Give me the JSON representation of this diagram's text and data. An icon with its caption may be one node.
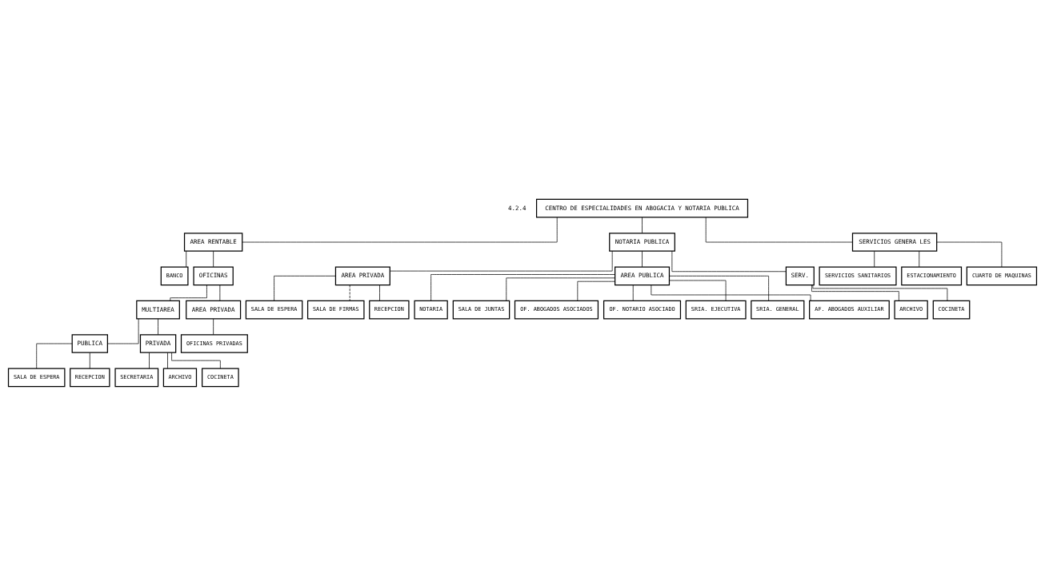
{
  "diagram": {
    "nodes": [
      {
        "text": [
          "CENTRO DE ESPECIALIDADES EN ABOGACIA Y NOTARIA PUBLICA"
        ]
      },
      {
        "text": [
          "AREA RENTABLE"
        ]
      },
      {
        "text": [
          "NOTARIA PUBLICA"
        ]
      },
      {
        "text": [
          "SERVICIOS GENERA LES"
        ]
      },
      {
        "text": [
          "BANCO"
        ]
      },
      {
        "text": [
          "OFICINAS"
        ]
      },
      {
        "text": [
          "MULTIAREA"
        ]
      },
      {
        "text": [
          "AREA PRIVADA"
        ]
      },
      {
        "text": [
          "PUBLICA"
        ]
      },
      {
        "text": [
          "PRIVADA"
        ]
      },
      {
        "text": [
          "SALA DE ESPERA"
        ]
      },
      {
        "text": [
          "RECEPCION"
        ]
      },
      {
        "text": [
          "SECRETARIA"
        ]
      },
      {
        "text": [
          "ARCHIVO"
        ]
      },
      {
        "text": [
          "COCINETA"
        ]
      },
      {
        "text": [
          "OFICINAS PRIVADAS"
        ]
      },
      {
        "text": [
          "AREA PRIVADA"
        ]
      },
      {
        "text": [
          "AREA PUBLICA"
        ]
      },
      {
        "text": [
          "SERV."
        ]
      },
      {
        "text": [
          "ARCHIVO"
        ]
      },
      {
        "text": [
          "COCINETA"
        ]
      },
      {
        "text": [
          "SALA DE ESPERA"
        ]
      },
      {
        "text": [
          "SALA DE FIRMAS"
        ]
      },
      {
        "text": [
          "RECEPCION"
        ]
      },
      {
        "text": [
          "NOTARIA"
        ]
      },
      {
        "text": [
          "SALA DE JUNTAS"
        ]
      },
      {
        "text": [
          "OF. ABOGADOS ASOCIADOS"
        ]
      },
      {
        "text": [
          "OF. NOTARIO ASOCIADO"
        ]
      },
      {
        "text": [
          "SRIA. EJECUTIVA"
        ]
      },
      {
        "text": [
          "SRIA. GENERAL"
        ]
      },
      {
        "text": [
          "AF. ABOGADOS AUXILIAR"
        ]
      },
      {
        "text": [
          "SERVICIOS SANITARIOS"
        ]
      },
      {
        "text": [
          "ESTACIONAMIENTO"
        ]
      },
      {
        "text": [
          "CUARTO DE MAQUINAS"
        ]
      }
    ],
    "edges": [
      {
        "from": 0,
        "to": 1,
        "arrow": "none"
      },
      {
        "from": 0,
        "to": 2,
        "arrow": "none"
      },
      {
        "from": 0,
        "to": 3,
        "arrow": "none"
      },
      {
        "from": 1,
        "to": 4,
        "arrow": "none"
      },
      {
        "from": 1,
        "to": 5,
        "arrow": "none"
      },
      {
        "from": 5,
        "to": 6,
        "arrow": "none"
      },
      {
        "from": 5,
        "to": 7,
        "arrow": "none"
      },
      {
        "from": 6,
        "to": 8,
        "arrow": "none"
      },
      {
        "from": 6,
        "to": 9,
        "arrow": "none"
      },
      {
        "from": 8,
        "to": 10,
        "arrow": "none"
      },
      {
        "from": 8,
        "to": 11,
        "arrow": "none"
      },
      {
        "from": 9,
        "to": 12,
        "arrow": "none"
      },
      {
        "from": 9,
        "to": 13,
        "arrow": "none"
      },
      {
        "from": 9,
        "to": 14,
        "arrow": "none"
      },
      {
        "from": 7,
        "to": 15,
        "arrow": "none"
      },
      {
        "from": 2,
        "to": 18,
        "arrow": "none"
      },
      {
        "from": 2,
        "to": 16,
        "arrow": "none"
      },
      {
        "from": 2,
        "to": 17,
        "arrow": "none"
      },
      {
        "from": 18,
        "to": 19,
        "arrow": "none"
      },
      {
        "from": 18,
        "to": 20,
        "arrow": "none"
      },
      {
        "from": 16,
        "to": 21,
        "arrow": "none"
      },
      {
        "from": 16,
        "to": 22,
        "arrow": "none",
        "style": "dashed"
      },
      {
        "from": 16,
        "to": 23,
        "arrow": "none"
      },
      {
        "from": 17,
        "to": 24,
        "arrow": "none"
      },
      {
        "from": 17,
        "to": 25,
        "arrow": "none"
      },
      {
        "from": 17,
        "to": 26,
        "arrow": "none"
      },
      {
        "from": 17,
        "to": 27,
        "arrow": "none"
      },
      {
        "from": 17,
        "to": 28,
        "arrow": "none"
      },
      {
        "from": 17,
        "to": 29,
        "arrow": "none"
      },
      {
        "from": 17,
        "to": 30,
        "arrow": "none"
      },
      {
        "from": 3,
        "to": 31,
        "arrow": "none"
      },
      {
        "from": 3,
        "to": 32,
        "arrow": "none"
      },
      {
        "from": 3,
        "to": 33,
        "arrow": "none"
      }
    ],
    "labels": [
      "4.2.4"
    ]
  }
}
